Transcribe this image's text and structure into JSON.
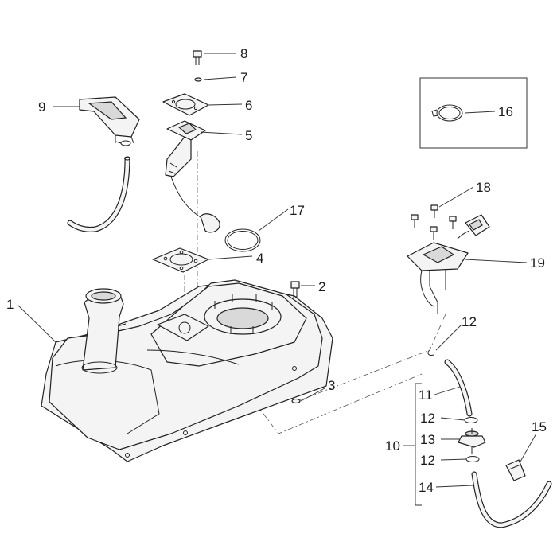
{
  "callouts": {
    "c1": "1",
    "c2": "2",
    "c3": "3",
    "c4": "4",
    "c5": "5",
    "c6": "6",
    "c7": "7",
    "c8": "8",
    "c9": "9",
    "c10": "10",
    "c11": "11",
    "c12a": "12",
    "c12b": "12",
    "c12c": "12",
    "c13": "13",
    "c14": "14",
    "c15": "15",
    "c16": "16",
    "c17": "17",
    "c18": "18",
    "c19": "19"
  },
  "colors": {
    "line": "#222222",
    "fill": "#f4f4f4",
    "background": "#ffffff"
  }
}
